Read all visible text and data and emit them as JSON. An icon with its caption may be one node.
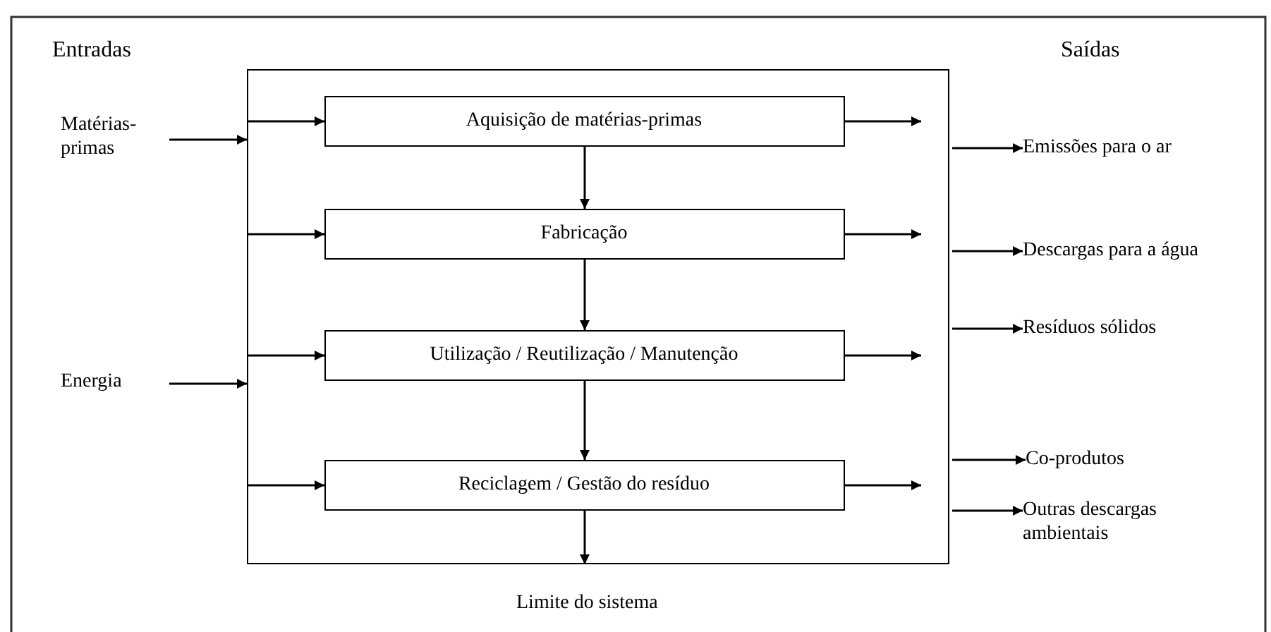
{
  "diagram": {
    "nodes": [
      {
        "text": [
          "Limite do sistema"
        ]
      },
      {
        "text": [
          "Aquisição de matérias-primas"
        ],
        "in": 0
      },
      {
        "text": [
          "Fabricação"
        ],
        "in": 0
      },
      {
        "text": [
          "Utilização / Reutilização / Manutenção"
        ],
        "in": 0
      },
      {
        "text": [
          "Reciclagem / Gestão do resíduo"
        ],
        "in": 0
      },
      {
        "text": [
          "Matérias- primas"
        ]
      },
      {
        "text": [
          "Energia"
        ]
      },
      {
        "text": [
          "Emissões para o ar"
        ]
      },
      {
        "text": [
          "Descargas para a água"
        ]
      },
      {
        "text": [
          "Resíduos sólidos"
        ]
      },
      {
        "text": [
          "Co-produtos"
        ]
      },
      {
        "text": [
          "Outras descargas ambientais"
        ]
      }
    ],
    "edges": [
      {
        "from": 5,
        "to": 0,
        "arrow": "to"
      },
      {
        "from": 6,
        "to": 0,
        "arrow": "to"
      },
      {
        "from": 0,
        "to": 1,
        "arrow": "to"
      },
      {
        "from": 0,
        "to": 2,
        "arrow": "to"
      },
      {
        "from": 0,
        "to": 3,
        "arrow": "to"
      },
      {
        "from": 0,
        "to": 4,
        "arrow": "to"
      },
      {
        "from": 1,
        "to": 2,
        "arrow": "to"
      },
      {
        "from": 2,
        "to": 3,
        "arrow": "to"
      },
      {
        "from": 3,
        "to": 4,
        "arrow": "to"
      },
      {
        "from": 4,
        "to": 0,
        "arrow": "to"
      },
      {
        "from": 1,
        "to": null,
        "arrow": "to"
      },
      {
        "from": 2,
        "to": null,
        "arrow": "to"
      },
      {
        "from": 3,
        "to": null,
        "arrow": "to"
      },
      {
        "from": 4,
        "to": null,
        "arrow": "to"
      },
      {
        "from": 0,
        "to": 7,
        "arrow": "to"
      },
      {
        "from": 0,
        "to": 8,
        "arrow": "to"
      },
      {
        "from": 0,
        "to": 9,
        "arrow": "to"
      },
      {
        "from": 0,
        "to": 10,
        "arrow": "to"
      },
      {
        "from": 0,
        "to": 11,
        "arrow": "to"
      }
    ],
    "labels": [
      "Entradas",
      "Saídas"
    ]
  }
}
